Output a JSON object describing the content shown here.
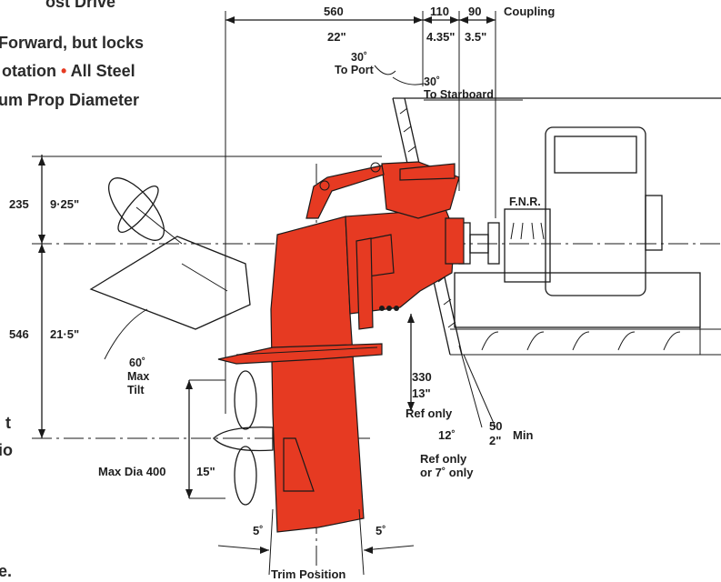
{
  "header_fragments": {
    "line0": "ost Drive",
    "line1": "Forward, but locks",
    "line2a": "otation ",
    "line2_bullet": "•",
    "line2b": " All Steel",
    "line3": "um Prop Diameter",
    "frag_t": "t",
    "frag_io": "io",
    "frag_e": "e."
  },
  "dimensions": {
    "d560": "560",
    "d22": "22\"",
    "d110": "110",
    "d435": "4.35\"",
    "d90": "90",
    "d35": "3.5\"",
    "coupling": "Coupling",
    "d235": "235",
    "d925": "9·25\"",
    "d546": "546",
    "d215": "21·5\"",
    "d330": "330",
    "d13": "13\"",
    "ref_only": "Ref only",
    "maxdia": "Max Dia 400",
    "d15": "15\"",
    "d50": "50",
    "d2": "2\"",
    "min": "Min",
    "d12": "12˚",
    "ref_only2": "Ref only",
    "or7": "or 7˚ only",
    "trim5_left": "5˚",
    "trim5_right": "5˚",
    "trim_position": "Trim  Position"
  },
  "annotations": {
    "port_angle": "30˚",
    "to_port": "To Port",
    "stbd_angle": "30˚",
    "to_starboard": "To Starboard",
    "tilt_angle": "60˚",
    "max": "Max",
    "tilt": "Tilt",
    "fnr": "F.N.R."
  },
  "colors": {
    "drive_red": "#e63a22",
    "line": "#1a1a1a",
    "background": "#ffffff"
  }
}
